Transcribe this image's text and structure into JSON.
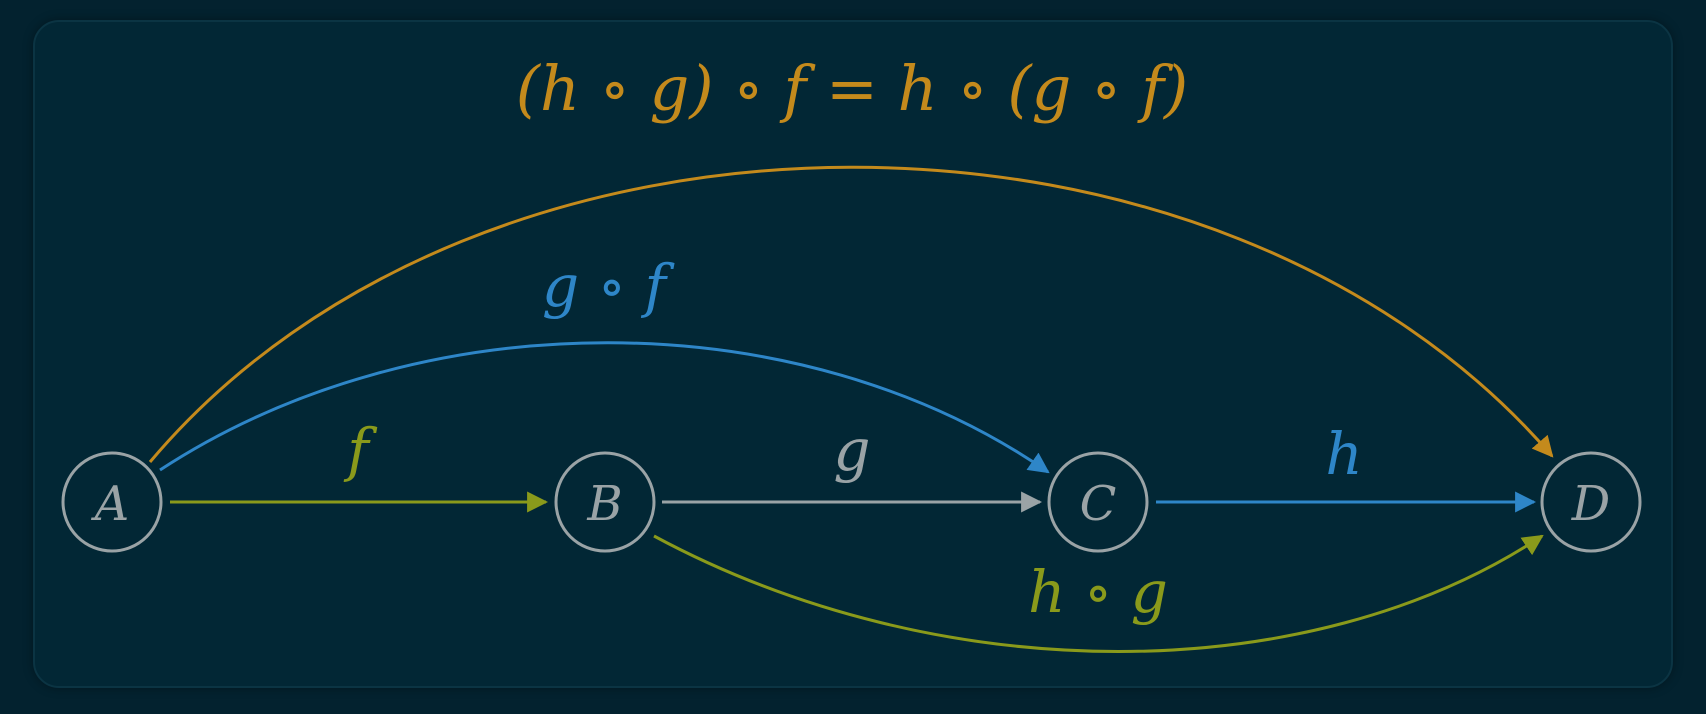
{
  "title": "(h ∘ g) ∘ f = h ∘ (g ∘ f)",
  "colors": {
    "background": "#03222f",
    "panel": "#022735",
    "node": "#9aa3a6",
    "f": "#8a9a1b",
    "g": "#9aa3a6",
    "h": "#2e86c8",
    "composite": "#c48a1c"
  },
  "nodes": [
    {
      "id": "A",
      "label": "A"
    },
    {
      "id": "B",
      "label": "B"
    },
    {
      "id": "C",
      "label": "C"
    },
    {
      "id": "D",
      "label": "D"
    }
  ],
  "edges": {
    "f": {
      "from": "A",
      "to": "B",
      "label": "f"
    },
    "g": {
      "from": "B",
      "to": "C",
      "label": "g"
    },
    "h": {
      "from": "C",
      "to": "D",
      "label": "h"
    },
    "gf": {
      "from": "A",
      "to": "C",
      "label": "g ∘ f"
    },
    "hg": {
      "from": "B",
      "to": "D",
      "label": "h ∘ g"
    },
    "hgf": {
      "from": "A",
      "to": "D",
      "label": ""
    }
  }
}
